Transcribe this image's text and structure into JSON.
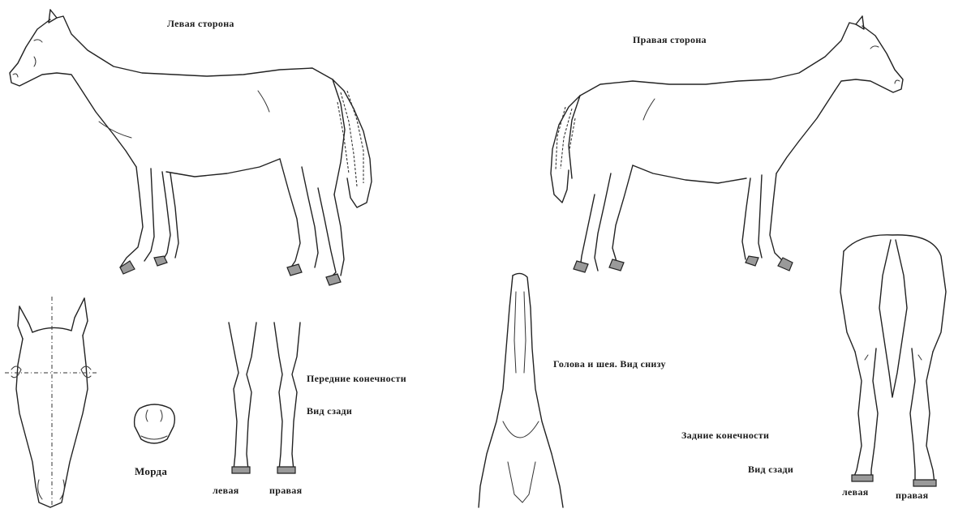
{
  "labels": {
    "left_side": "Левая сторона",
    "right_side": "Правая сторона",
    "muzzle": "Морда",
    "front_legs": "Передние конечности",
    "front_view": "Вид сзади",
    "front_left": "левая",
    "front_right": "правая",
    "head_neck_below": "Голова и шея. Вид снизу",
    "hind_legs": "Задние конечности",
    "hind_view": "Вид сзади",
    "hind_left": "левая",
    "hind_right": "правая"
  }
}
